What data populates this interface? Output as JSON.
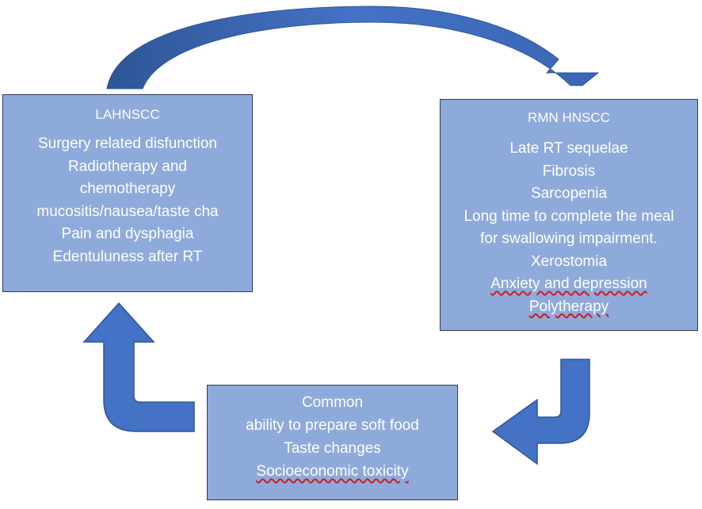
{
  "boxes": {
    "lahnscc": {
      "title": "LAHNSCC",
      "lines": [
        "Surgery related disfunction",
        "Radiotherapy and",
        "chemotherapy",
        "mucositis/nausea/taste cha",
        "Pain and dysphagia",
        "Edentuluness after RT"
      ]
    },
    "rmn": {
      "title": "RMN HNSCC",
      "lines": [
        "Late RT sequelae",
        "Fibrosis",
        "Sarcopenia",
        "Long time to complete the meal",
        "for swallowing impairment.",
        "Xerostomia",
        "Anxiety and depression",
        "Polytherapy"
      ]
    },
    "common": {
      "lines": [
        "Common",
        "ability to prepare soft food",
        "Taste changes",
        "Socioeconomic toxicity"
      ]
    }
  },
  "colors": {
    "box_fill": "#8eaadb",
    "box_border": "#2f3b52",
    "arrow_fill": "#4472c4",
    "arrow_dark": "#2f5597",
    "text": "#ffffff",
    "spellcheck_underline": "#d01c1c"
  }
}
